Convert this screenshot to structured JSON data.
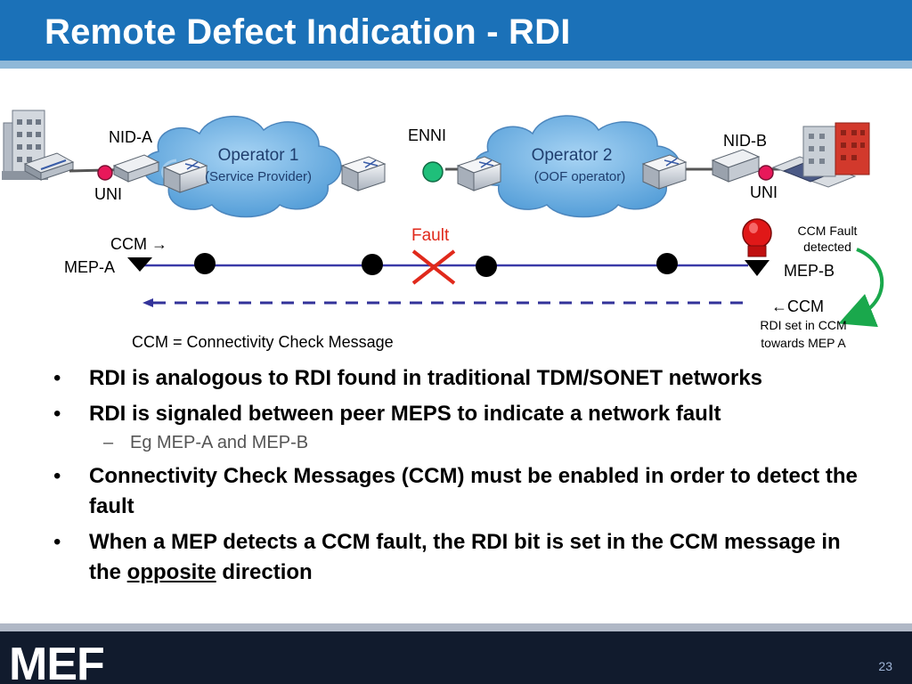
{
  "slide": {
    "title": "Remote Defect Indication - RDI",
    "page_number": "23"
  },
  "diagram": {
    "nid_a": "NID-A",
    "nid_b": "NID-B",
    "enni": "ENNI",
    "uni_left": "UNI",
    "uni_right": "UNI",
    "operator1_title": "Operator 1",
    "operator1_sub": "(Service Provider)",
    "operator2_title": "Operator 2",
    "operator2_sub": "(OOF operator)",
    "fault": "Fault",
    "ccm_forward": "CCM →",
    "ccm_back": "←CCM",
    "mep_a": "MEP-A",
    "mep_b": "MEP-B",
    "ccm_fault_line1": "CCM Fault",
    "ccm_fault_line2": "detected",
    "rdi_line1": "RDI set in CCM",
    "rdi_line2": "towards MEP A",
    "ccm_definition": "CCM = Connectivity Check Message"
  },
  "bullets": [
    {
      "text": "RDI is analogous to RDI found in traditional TDM/SONET networks"
    },
    {
      "text": "RDI is signaled between peer MEPS to indicate a network fault"
    },
    {
      "text": "Connectivity Check Messages (CCM) must be enabled in order to detect the fault"
    },
    {
      "text_before": "When a MEP detects a CCM fault, the RDI bit is set in the CCM message in the ",
      "text_underlined": "opposite",
      "text_after": " direction"
    }
  ],
  "sub_bullet": "Eg MEP-A and MEP-B",
  "footer": {
    "logo": "MEF"
  },
  "colors": {
    "title_bar": "#1b71b8",
    "footer": "#111b2d",
    "fault": "#e0291b",
    "path_line": "#3a3aa8",
    "cloud": "#6ab0e4",
    "uni_dot": "#e8185a",
    "enni_dot": "#1fbf7a"
  }
}
